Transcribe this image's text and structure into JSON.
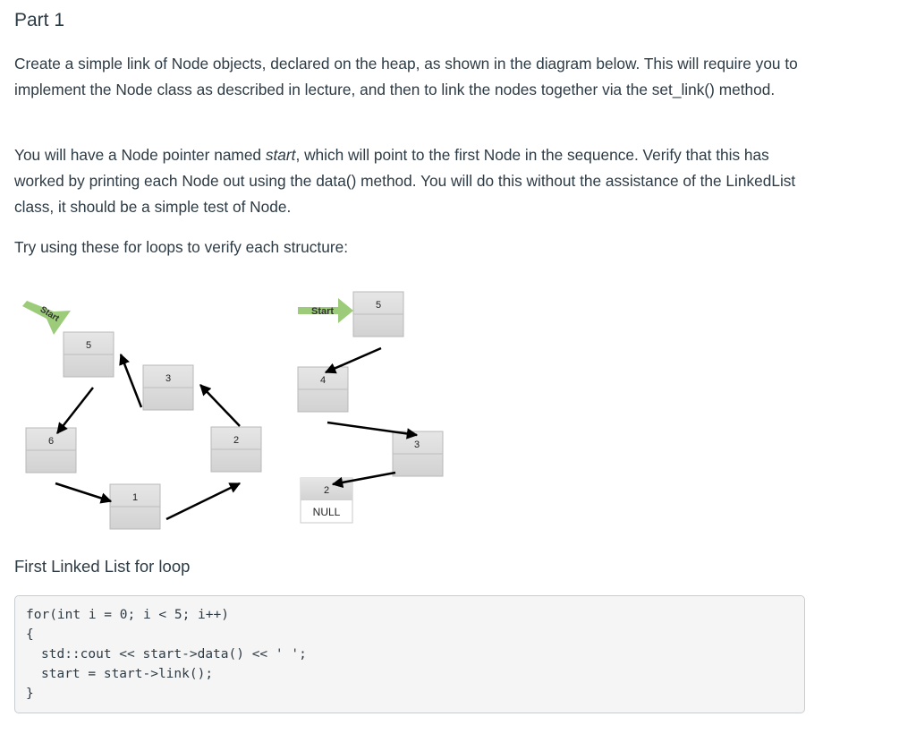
{
  "heading": "Part 1",
  "paragraphs": {
    "p1": "Create a simple link of Node objects, declared on the heap, as shown in the diagram below. This will require you to implement the Node class as described in lecture, and then to link the nodes together via the set_link() method.",
    "p2_before": "You will have a Node pointer named ",
    "p2_em": "start",
    "p2_after": ", which will point to the first Node in the sequence. Verify that this has worked by printing each Node out using the data() method. You will do this without the assistance of the LinkedList class, it should be a simple test of Node.",
    "p3": "Try using these for loops to verify each structure:"
  },
  "diagram_left": {
    "start_label": "Start",
    "nodes": [
      "5",
      "3",
      "2",
      "1",
      "6"
    ]
  },
  "diagram_right": {
    "start_label": "Start",
    "nodes": [
      "5",
      "4",
      "3",
      "2"
    ],
    "null_label": "NULL"
  },
  "caption": "First Linked List for loop",
  "code": {
    "line1": "for(int i = 0; i < 5; i++)",
    "line2": "{",
    "line3": "std::cout << start->data() << ' ';",
    "line4": "start = start->link();",
    "line5": "}"
  }
}
